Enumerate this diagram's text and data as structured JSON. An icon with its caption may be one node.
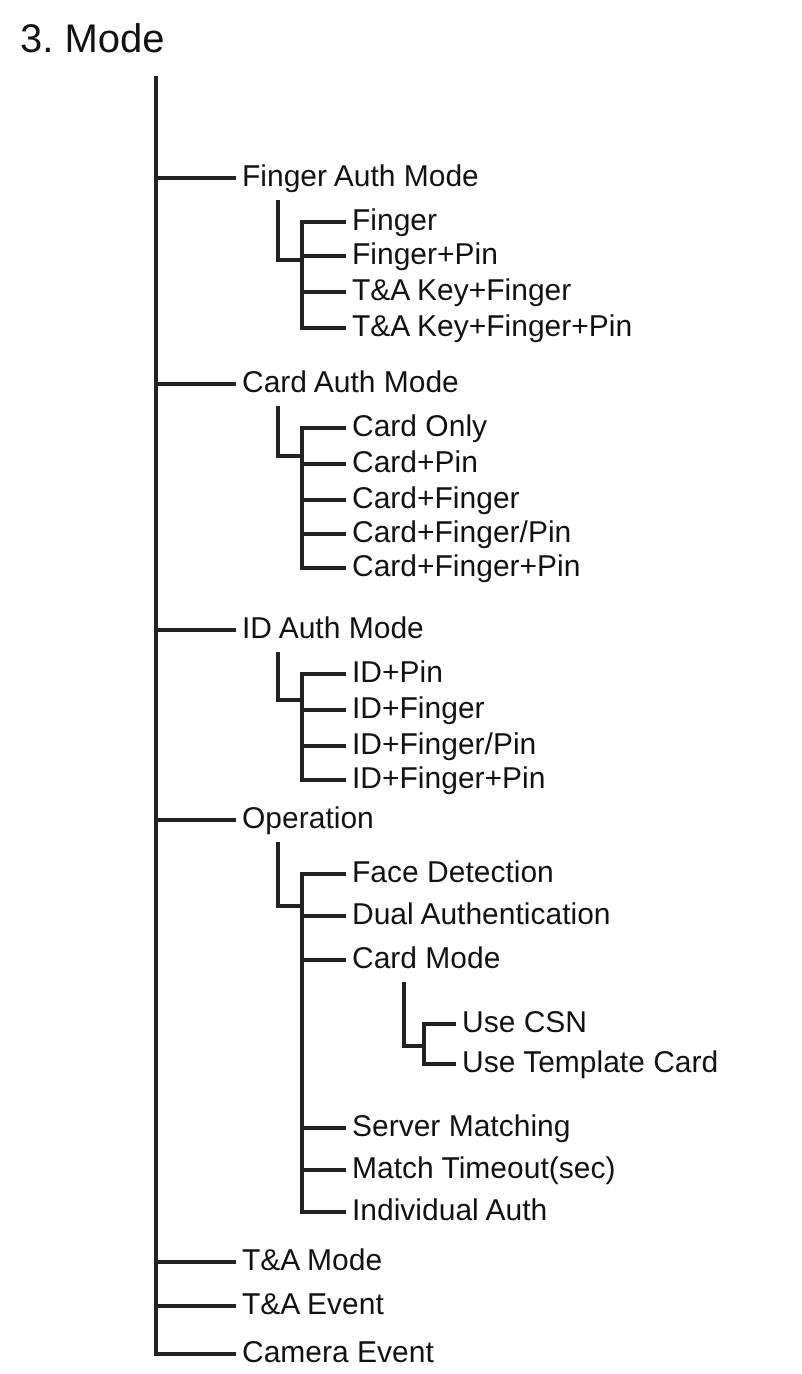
{
  "diagram": {
    "nodes": [
      {
        "text": [
          "3. Mode"
        ]
      },
      {
        "text": [
          "Finger Auth Mode"
        ]
      },
      {
        "text": [
          "Finger"
        ]
      },
      {
        "text": [
          "Finger+Pin"
        ]
      },
      {
        "text": [
          "T&A Key+Finger"
        ]
      },
      {
        "text": [
          "T&A Key+Finger+Pin"
        ]
      },
      {
        "text": [
          "Card Auth Mode"
        ]
      },
      {
        "text": [
          "Card Only"
        ]
      },
      {
        "text": [
          "Card+Pin"
        ]
      },
      {
        "text": [
          "Card+Finger"
        ]
      },
      {
        "text": [
          "Card+Finger/Pin"
        ]
      },
      {
        "text": [
          "Card+Finger+Pin"
        ]
      },
      {
        "text": [
          "ID Auth Mode"
        ]
      },
      {
        "text": [
          "ID+Pin"
        ]
      },
      {
        "text": [
          "ID+Finger"
        ]
      },
      {
        "text": [
          "ID+Finger/Pin"
        ]
      },
      {
        "text": [
          "ID+Finger+Pin"
        ]
      },
      {
        "text": [
          "Operation"
        ]
      },
      {
        "text": [
          "Face Detection"
        ]
      },
      {
        "text": [
          "Dual Authentication"
        ]
      },
      {
        "text": [
          "Card Mode"
        ]
      },
      {
        "text": [
          "Use CSN"
        ]
      },
      {
        "text": [
          "Use Template Card"
        ]
      },
      {
        "text": [
          "Server Matching"
        ]
      },
      {
        "text": [
          "Match Timeout(sec)"
        ]
      },
      {
        "text": [
          "Individual Auth"
        ]
      },
      {
        "text": [
          "T&A Mode"
        ]
      },
      {
        "text": [
          "T&A Event"
        ]
      },
      {
        "text": [
          "Camera Event"
        ]
      }
    ],
    "edges": [
      {
        "from": 0,
        "to": 1,
        "arrow": "none"
      },
      {
        "from": 1,
        "to": 2,
        "arrow": "none"
      },
      {
        "from": 1,
        "to": 3,
        "arrow": "none"
      },
      {
        "from": 1,
        "to": 4,
        "arrow": "none"
      },
      {
        "from": 1,
        "to": 5,
        "arrow": "none"
      },
      {
        "from": 0,
        "to": 6,
        "arrow": "none"
      },
      {
        "from": 6,
        "to": 7,
        "arrow": "none"
      },
      {
        "from": 6,
        "to": 8,
        "arrow": "none"
      },
      {
        "from": 6,
        "to": 9,
        "arrow": "none"
      },
      {
        "from": 6,
        "to": 10,
        "arrow": "none"
      },
      {
        "from": 6,
        "to": 11,
        "arrow": "none"
      },
      {
        "from": 0,
        "to": 12,
        "arrow": "none"
      },
      {
        "from": 12,
        "to": 13,
        "arrow": "none"
      },
      {
        "from": 12,
        "to": 14,
        "arrow": "none"
      },
      {
        "from": 12,
        "to": 15,
        "arrow": "none"
      },
      {
        "from": 12,
        "to": 16,
        "arrow": "none"
      },
      {
        "from": 0,
        "to": 17,
        "arrow": "none"
      },
      {
        "from": 17,
        "to": 18,
        "arrow": "none"
      },
      {
        "from": 17,
        "to": 19,
        "arrow": "none"
      },
      {
        "from": 17,
        "to": 20,
        "arrow": "none"
      },
      {
        "from": 20,
        "to": 21,
        "arrow": "none"
      },
      {
        "from": 20,
        "to": 22,
        "arrow": "none"
      },
      {
        "from": 17,
        "to": 23,
        "arrow": "none"
      },
      {
        "from": 17,
        "to": 24,
        "arrow": "none"
      },
      {
        "from": 17,
        "to": 25,
        "arrow": "none"
      },
      {
        "from": 0,
        "to": 26,
        "arrow": "none"
      },
      {
        "from": 0,
        "to": 27,
        "arrow": "none"
      },
      {
        "from": 0,
        "to": 28,
        "arrow": "none"
      }
    ]
  }
}
